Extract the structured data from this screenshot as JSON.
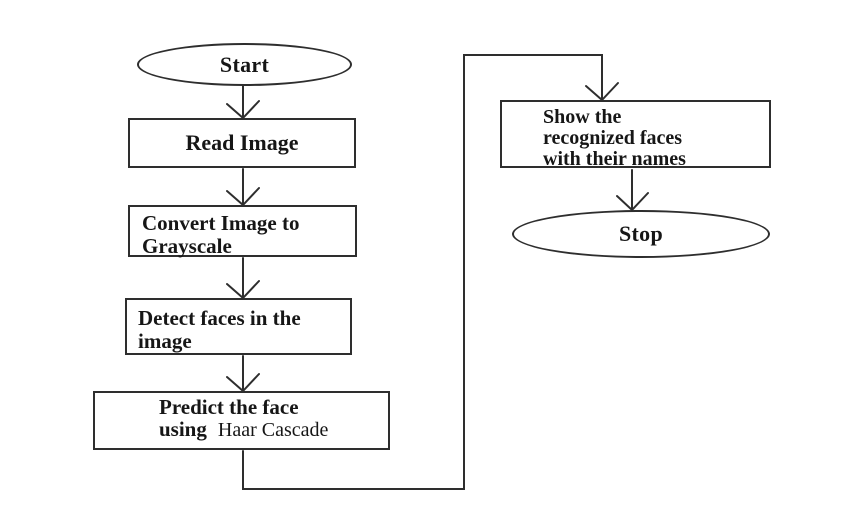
{
  "diagram": {
    "type": "flowchart",
    "colors": {
      "stroke": "#2e2e2e",
      "text": "#161616",
      "background": "#ffffff"
    },
    "nodes": {
      "start": {
        "shape": "ellipse",
        "label": "Start"
      },
      "read": {
        "shape": "rectangle",
        "label": "Read Image"
      },
      "convert": {
        "shape": "rectangle",
        "label": "Convert Image to\nGrayscale"
      },
      "detect": {
        "shape": "rectangle",
        "label": "Detect faces in the\nimage"
      },
      "predict": {
        "shape": "rectangle",
        "line1": "Predict the face",
        "line2_prefix": "using",
        "line2_suffix": "Haar Cascade"
      },
      "show": {
        "shape": "rectangle",
        "label": "Show the\nrecognized faces\nwith their names"
      },
      "stop": {
        "shape": "ellipse",
        "label": "Stop"
      }
    },
    "edges": [
      {
        "from": "Start",
        "to": "Read Image"
      },
      {
        "from": "Read Image",
        "to": "Convert Image to Grayscale"
      },
      {
        "from": "Convert Image to Grayscale",
        "to": "Detect faces in the image"
      },
      {
        "from": "Detect faces in the image",
        "to": "Predict the face using Haar Cascade"
      },
      {
        "from": "Predict the face using Haar Cascade",
        "to": "Show the recognized faces with their names"
      },
      {
        "from": "Show the recognized faces with their names",
        "to": "Stop"
      }
    ]
  }
}
